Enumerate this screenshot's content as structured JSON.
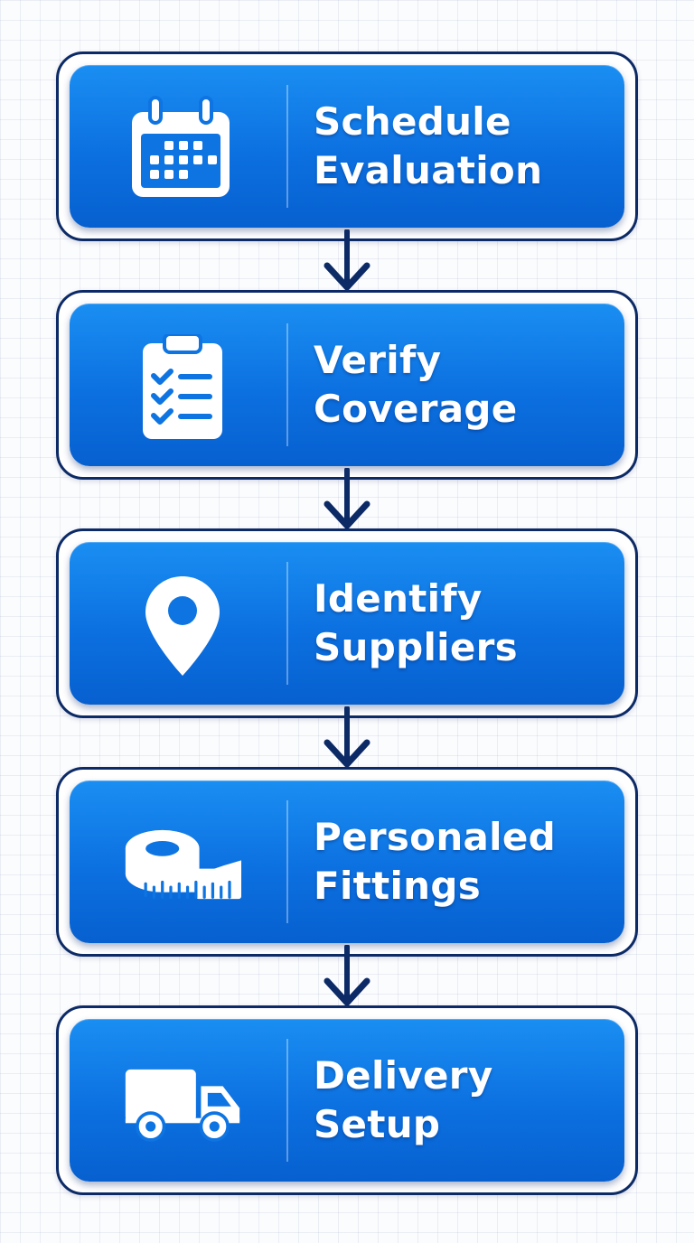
{
  "steps": [
    {
      "label": "Schedule\nEvaluation",
      "icon": "calendar-icon"
    },
    {
      "label": "Verify\nCoverage",
      "icon": "clipboard-checklist-icon"
    },
    {
      "label": "Identify\nSuppliers",
      "icon": "map-pin-icon"
    },
    {
      "label": "Personaled\nFittings",
      "icon": "measuring-tape-icon"
    },
    {
      "label": "Delivery\nSetup",
      "icon": "delivery-truck-icon"
    }
  ],
  "colors": {
    "box_gradient_top": "#1a8ef2",
    "box_gradient_bottom": "#0760cf",
    "outline": "#0c2a66",
    "text": "#ffffff"
  }
}
